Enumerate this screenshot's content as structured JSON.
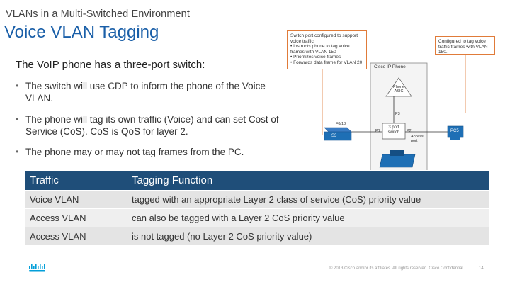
{
  "header": {
    "supertitle": "VLANs in a Multi-Switched Environment",
    "title": "Voice VLAN Tagging"
  },
  "intro": "The VoIP phone has a three-port switch:",
  "bullets": [
    "The switch will use CDP to inform the phone of the Voice VLAN.",
    "The phone will tag its own traffic (Voice) and can set Cost of Service (CoS). CoS is QoS for layer 2.",
    "The phone may or may not tag frames from the PC."
  ],
  "table": {
    "headers": [
      "Traffic",
      "Tagging Function"
    ],
    "rows": [
      [
        "Voice VLAN",
        "tagged with an appropriate Layer 2 class of service (CoS) priority value"
      ],
      [
        "Access VLAN",
        "can also be tagged with a Layer 2 CoS priority value"
      ],
      [
        "Access VLAN",
        "is not tagged (no Layer 2 CoS priority value)"
      ]
    ]
  },
  "diagram": {
    "callout_left": {
      "title": "Switch port configured to support voice traffic:",
      "items": [
        "Instructs phone to tag voice frames with VLAN 150",
        "Prioritizes voice frames",
        "Forwards data frame for VLAN 20"
      ]
    },
    "callout_right": "Configured to tag voice traffic frames with VLAN 150.",
    "phone_title": "Cisco IP Phone",
    "phone_asic": "Phone ASIC",
    "switch_label": "S3",
    "pc_label": "PC5",
    "port_p1": "P1",
    "port_p2": "P2",
    "port_p3": "P3",
    "port_f018": "F0/18",
    "three_port_switch": "3 port switch",
    "access_port": "Access port"
  },
  "footer": {
    "copyright": "© 2013 Cisco and/or its affiliates. All rights reserved.   Cisco Confidential",
    "page": "14"
  },
  "colors": {
    "title_blue": "#1a5fa8",
    "table_header": "#1f4e79",
    "callout_border": "#e07b39",
    "device_blue": "#1e6fb5"
  }
}
